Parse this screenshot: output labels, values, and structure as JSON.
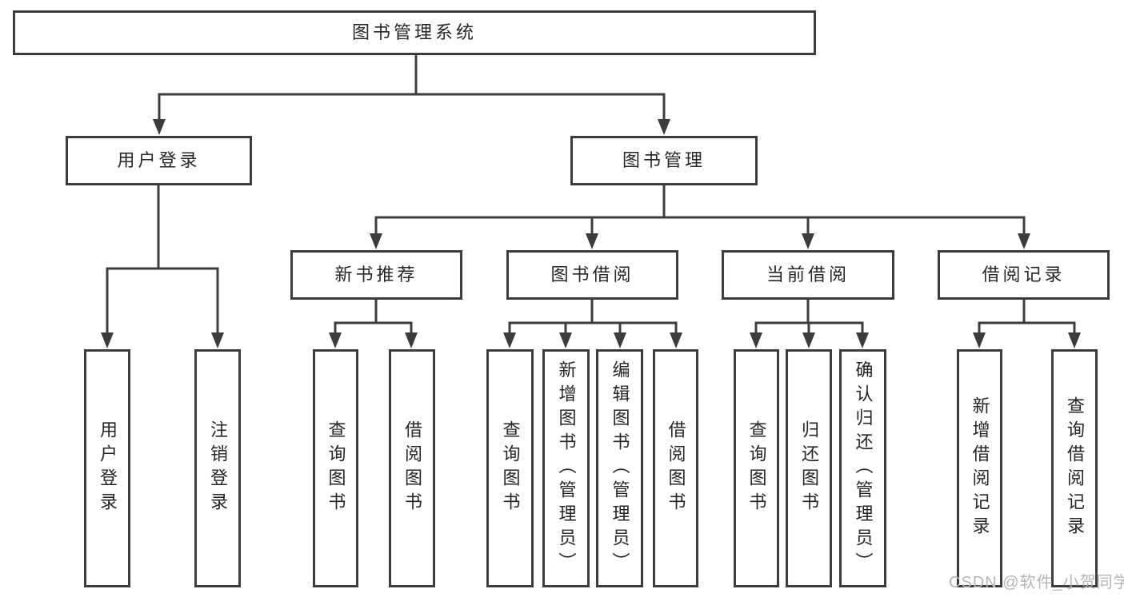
{
  "diagram_title": "图书管理系统",
  "tree": {
    "root": {
      "label": "图书管理系统",
      "children": [
        {
          "label": "用户登录",
          "children": [
            {
              "label": "用户登录"
            },
            {
              "label": "注销登录"
            }
          ]
        },
        {
          "label": "图书管理",
          "children": [
            {
              "label": "新书推荐",
              "children": [
                {
                  "label": "查询图书"
                },
                {
                  "label": "借阅图书"
                }
              ]
            },
            {
              "label": "图书借阅",
              "children": [
                {
                  "label": "查询图书"
                },
                {
                  "label": "新增图书（管理员）"
                },
                {
                  "label": "编辑图书（管理员）"
                },
                {
                  "label": "借阅图书"
                }
              ]
            },
            {
              "label": "当前借阅",
              "children": [
                {
                  "label": "查询图书"
                },
                {
                  "label": "归还图书"
                },
                {
                  "label": "确认归还（管理员）"
                }
              ]
            },
            {
              "label": "借阅记录",
              "children": [
                {
                  "label": "新增借阅记录"
                },
                {
                  "label": "查询借阅记录"
                }
              ]
            }
          ]
        }
      ]
    }
  },
  "watermark": "CSDN @软件_小贺同学",
  "colors": {
    "line": "#3c3c3c",
    "box_border": "#3c3c3c",
    "text": "#262626",
    "watermark": "#b5b5b5",
    "background": "#ffffff"
  }
}
